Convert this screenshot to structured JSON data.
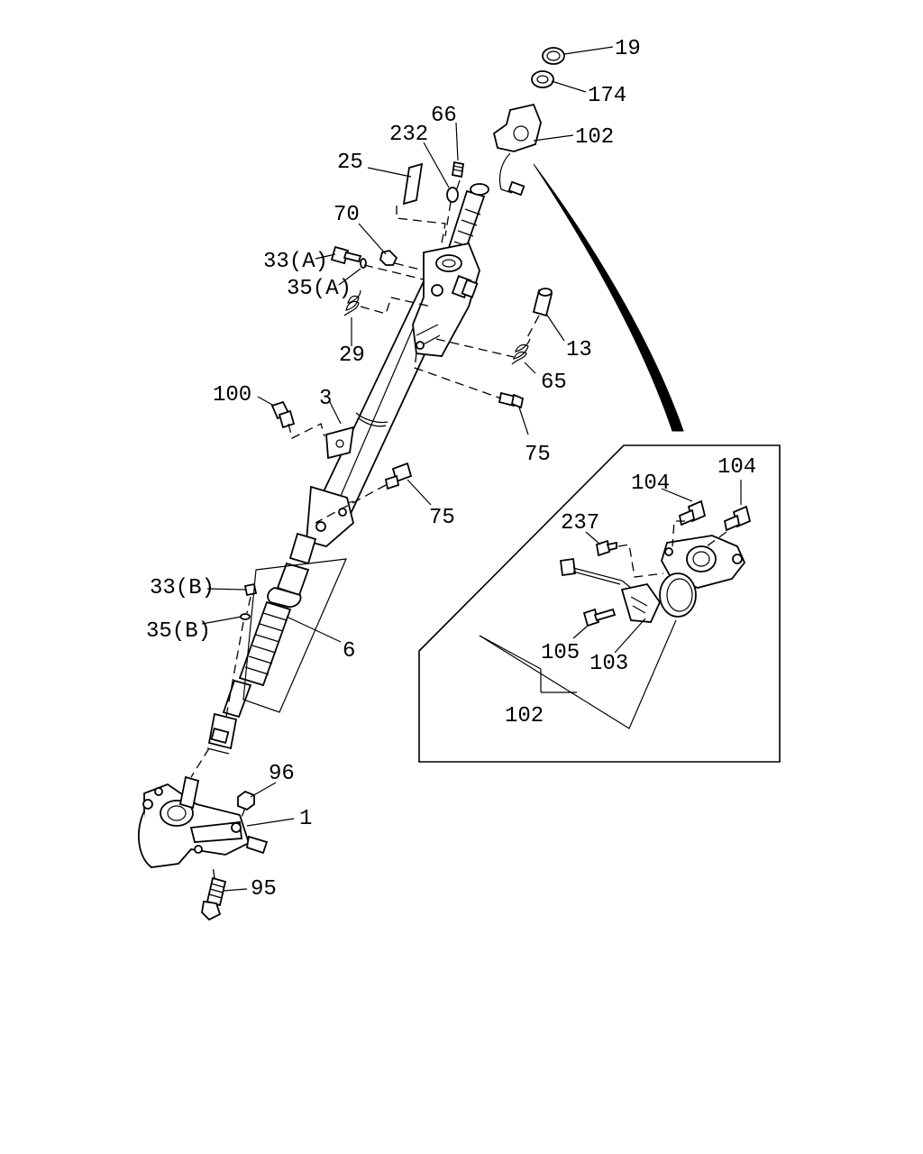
{
  "labels": {
    "l19": "19",
    "l174": "174",
    "l102_top": "102",
    "l66": "66",
    "l232": "232",
    "l25": "25",
    "l70": "70",
    "l33a": "33(A)",
    "l35a": "35(A)",
    "l29": "29",
    "l13": "13",
    "l65": "65",
    "l100": "100",
    "l3": "3",
    "l75a": "75",
    "l75b": "75",
    "l33b": "33(B)",
    "l35b": "35(B)",
    "l6": "6",
    "l96": "96",
    "l1": "1",
    "l95": "95",
    "l104a": "104",
    "l104b": "104",
    "l237": "237",
    "l105": "105",
    "l103": "103",
    "l102_inset": "102"
  }
}
